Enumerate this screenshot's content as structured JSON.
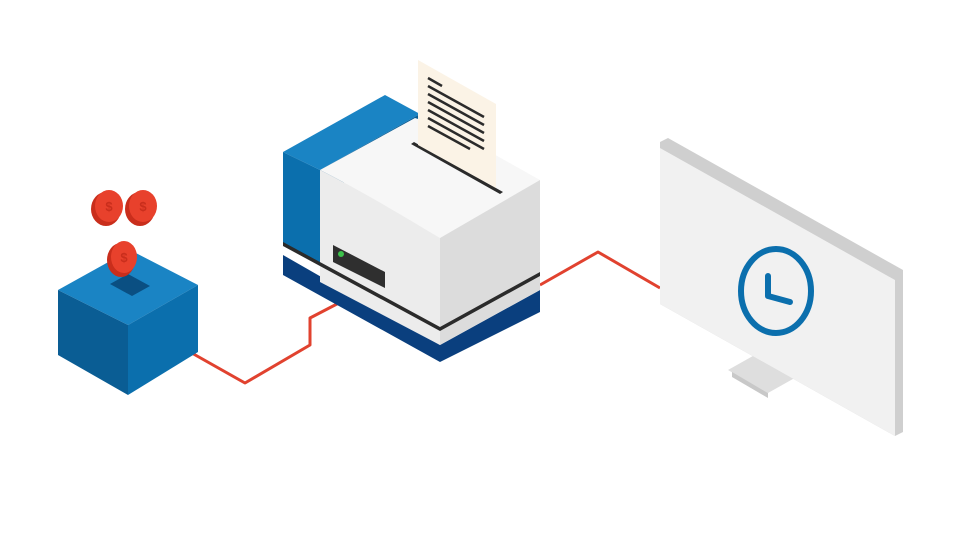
{
  "illustration": {
    "coin_symbol": "$",
    "colors": {
      "box_blue": "#0b6fad",
      "box_blue_dark": "#0a5d94",
      "box_blue_top": "#1a84c4",
      "printer_white": "#f4f4f4",
      "printer_shade": "#dcdcdc",
      "printer_base": "#0a3f7e",
      "paper": "#fbf3e6",
      "coin_red": "#e8412c",
      "coin_red_dark": "#c92e1c",
      "cable_red": "#e1422f",
      "monitor_face": "#f1f1f1",
      "monitor_edge": "#cfcfcf",
      "clock_blue": "#0b6fad",
      "led_green": "#3cc24b"
    },
    "icons": [
      "coin-box",
      "coin",
      "receipt-printer",
      "receipt-paper",
      "computer-monitor",
      "clock-icon",
      "cable"
    ]
  }
}
